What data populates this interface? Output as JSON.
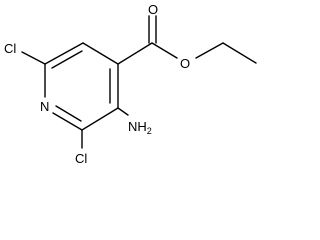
{
  "molecule": {
    "atoms": {
      "ester_carbonyl_oxygen": "O",
      "ester_ether_oxygen": "O",
      "amino": {
        "main": "NH",
        "subscript": "2"
      },
      "ring_nitrogen": "N",
      "chlorine_6": "Cl",
      "chlorine_2": "Cl"
    },
    "colors": {
      "bond": "#000000",
      "label": "#000000",
      "background": "#ffffff"
    }
  }
}
